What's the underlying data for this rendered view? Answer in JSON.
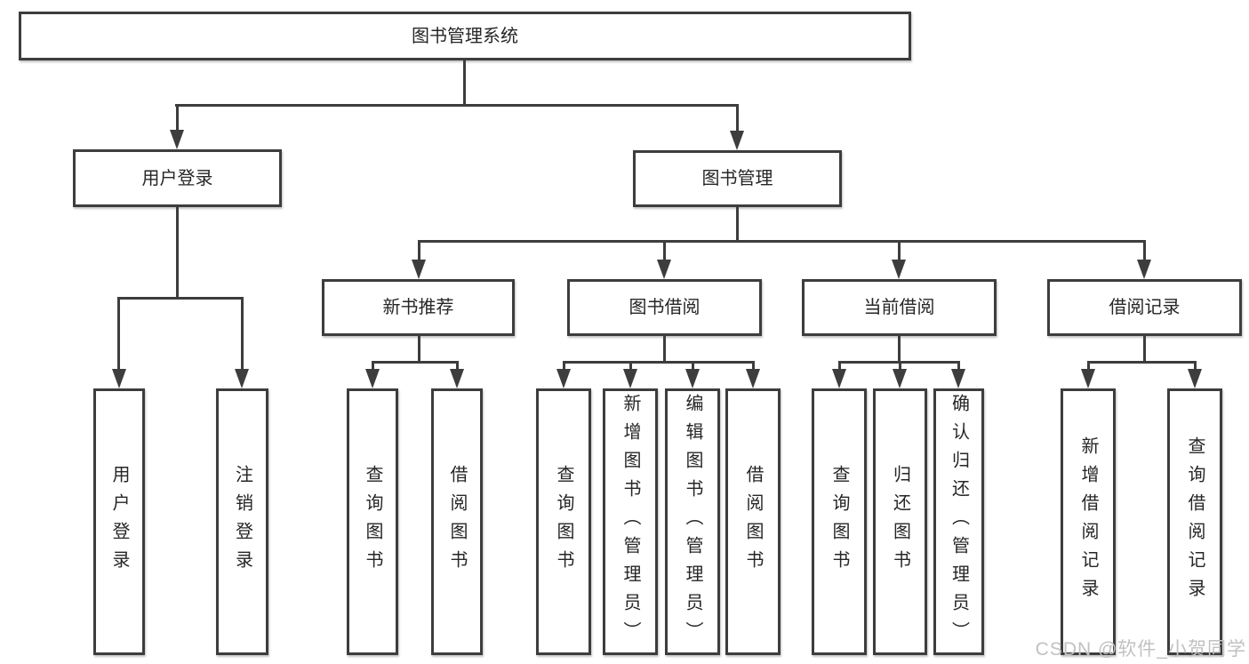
{
  "colors": {
    "line": "#3d3d3d",
    "box_border": "#3d3d3d",
    "box_fill": "#ffffff",
    "text": "#262626",
    "watermark": "#c2c1c1",
    "background": "#ffffff"
  },
  "watermark": {
    "text": "CSDN @软件_小贺同学"
  },
  "tree": {
    "root": "图书管理系统",
    "branches": [
      {
        "label": "用户登录",
        "children": [
          "用户登录",
          "注销登录"
        ]
      },
      {
        "label": "图书管理",
        "children": [
          {
            "label": "新书推荐",
            "children": [
              "查询图书",
              "借阅图书"
            ]
          },
          {
            "label": "图书借阅",
            "children": [
              "查询图书",
              "新增图书（管理员）",
              "编辑图书（管理员）",
              "借阅图书"
            ]
          },
          {
            "label": "当前借阅",
            "children": [
              "查询图书",
              "归还图书",
              "确认归还（管理员）"
            ]
          },
          {
            "label": "借阅记录",
            "children": [
              "新增借阅记录",
              "查询借阅记录"
            ]
          }
        ]
      }
    ]
  }
}
